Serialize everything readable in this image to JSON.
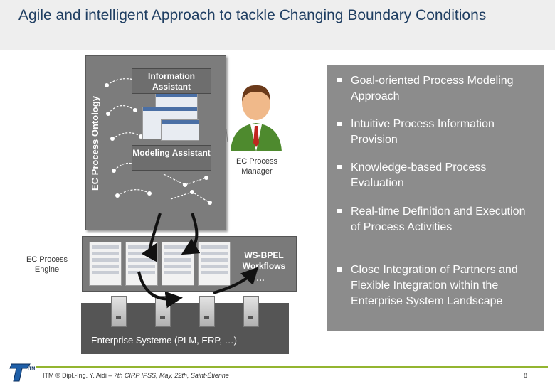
{
  "slide": {
    "title": "Agile and intelligent Approach to tackle Changing Boundary Conditions"
  },
  "diagram": {
    "ontology_label": "EC Process Ontology",
    "information_assistant": "Information Assistant",
    "modeling_assistant": "Modeling Assistant",
    "manager_label": "EC Process Manager",
    "engine_label": "EC Process Engine",
    "wsbpel_label": "WS-BPEL Workflows",
    "wsbpel_more": "…",
    "enterprise_label": "Enterprise Systeme (PLM, ERP, …)"
  },
  "bullets": [
    "Goal-oriented Process Modeling Approach",
    "Intuitive Process Information Provision",
    "Knowledge-based Process Evaluation",
    "Real-time Definition and Execution of Process Activities",
    "Close Integration of Partners and Flexible Integration within the Enterprise System Landscape"
  ],
  "footer": {
    "logo_text": "ITM",
    "prefix": "ITM © Dipl.-Ing. Y. Aidi – ",
    "conference": "7th CIRP IPSS, May, 22th, Saint-Étienne",
    "page_number": "8"
  },
  "colors": {
    "title": "#1f3e62",
    "panel": "#8c8c8c",
    "accent_line": "#93b530"
  }
}
